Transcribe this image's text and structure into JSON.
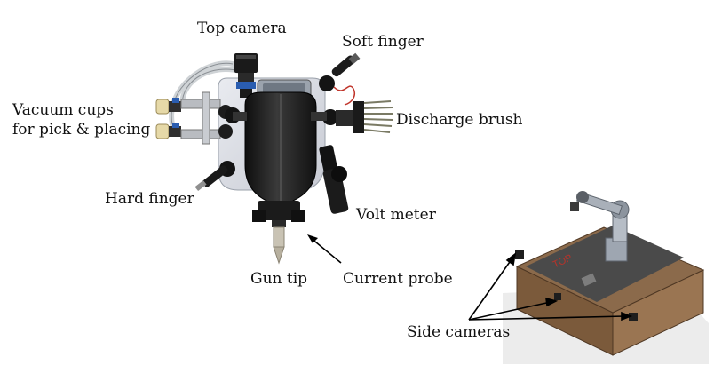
{
  "labels": {
    "top_camera": "Top camera",
    "soft_finger": "Soft finger",
    "vacuum_line1": "Vacuum cups",
    "vacuum_line2": "for pick & placing",
    "discharge_brush": "Discharge brush",
    "hard_finger": "Hard finger",
    "volt_meter": "Volt meter",
    "gun_tip": "Gun tip",
    "current_probe": "Current probe",
    "side_cameras": "Side cameras",
    "table_top_mark": "TOP"
  },
  "colors": {
    "device_body": "#1f1f1f",
    "mount_plate": "#d8dbe2",
    "table_wood": "#8b6a4b",
    "table_top": "#4a4a4a",
    "arrow": "#000000",
    "brush_bristles": "#7a7a64",
    "wire_red": "#c0342a",
    "fitting_blue": "#2a5db0"
  }
}
